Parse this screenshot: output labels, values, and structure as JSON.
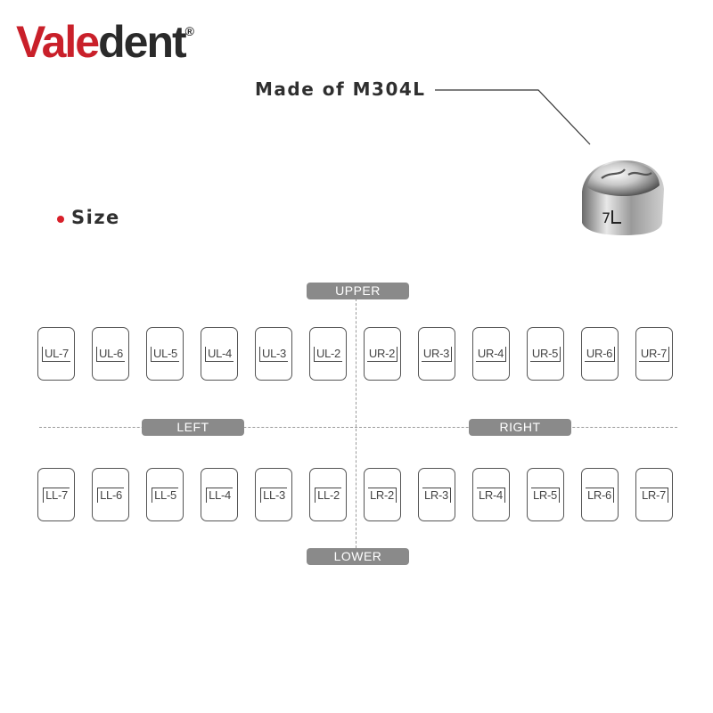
{
  "brand": {
    "part1": "Vale",
    "part2": "dent",
    "mark": "®"
  },
  "material_label": "Made of M304L",
  "size_label": "Size",
  "product_image_icon": "stainless-steel-crown-icon",
  "colors": {
    "brand_red": "#c9202a",
    "pill_gray": "#8a8a8a",
    "dot_red": "#d8202a"
  },
  "quadrant_labels": {
    "upper": "UPPER",
    "lower": "LOWER",
    "left": "LEFT",
    "right": "RIGHT"
  },
  "upper_teeth": [
    "UL-7",
    "UL-6",
    "UL-5",
    "UL-4",
    "UL-3",
    "UL-2",
    "UR-2",
    "UR-3",
    "UR-4",
    "UR-5",
    "UR-6",
    "UR-7"
  ],
  "lower_teeth": [
    "LL-7",
    "LL-6",
    "LL-5",
    "LL-4",
    "LL-3",
    "LL-2",
    "LR-2",
    "LR-3",
    "LR-4",
    "LR-5",
    "LR-6",
    "LR-7"
  ]
}
